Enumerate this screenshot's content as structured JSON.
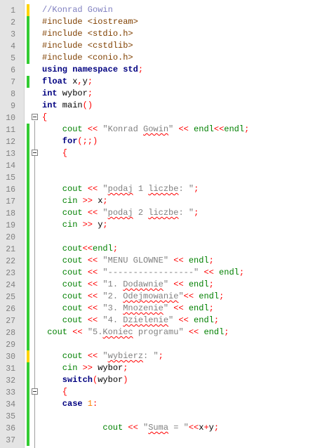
{
  "editor": {
    "lines": [
      {
        "n": "1",
        "indent": 0,
        "change": "yellow",
        "tokens": [
          {
            "t": "//Konrad Gowin",
            "c": "cmt"
          }
        ]
      },
      {
        "n": "2",
        "indent": 0,
        "change": "green",
        "tokens": [
          {
            "t": "#include <iostream>",
            "c": "pre"
          }
        ]
      },
      {
        "n": "3",
        "indent": 0,
        "change": "green",
        "tokens": [
          {
            "t": "#include <stdio.h>",
            "c": "pre"
          }
        ]
      },
      {
        "n": "4",
        "indent": 0,
        "change": "green",
        "tokens": [
          {
            "t": "#include <cstdlib>",
            "c": "pre"
          }
        ]
      },
      {
        "n": "5",
        "indent": 0,
        "change": "green",
        "tokens": [
          {
            "t": "#include <conio.h>",
            "c": "pre"
          }
        ]
      },
      {
        "n": "6",
        "indent": 0,
        "change": "",
        "tokens": [
          {
            "t": "using namespace std",
            "c": "kw"
          },
          {
            "t": ";",
            "c": "op"
          }
        ]
      },
      {
        "n": "7",
        "indent": 0,
        "change": "green",
        "tokens": [
          {
            "t": "float",
            "c": "kw"
          },
          {
            "t": " x",
            "c": ""
          },
          {
            "t": ",",
            "c": "op"
          },
          {
            "t": "y",
            "c": ""
          },
          {
            "t": ";",
            "c": "op"
          }
        ]
      },
      {
        "n": "8",
        "indent": 0,
        "change": "",
        "tokens": [
          {
            "t": "int",
            "c": "kw"
          },
          {
            "t": " wybor",
            "c": ""
          },
          {
            "t": ";",
            "c": "op"
          }
        ]
      },
      {
        "n": "9",
        "indent": 0,
        "change": "",
        "tokens": [
          {
            "t": "int",
            "c": "kw"
          },
          {
            "t": " main",
            "c": ""
          },
          {
            "t": "()",
            "c": "op"
          }
        ]
      },
      {
        "n": "10",
        "indent": 0,
        "change": "",
        "fold": true,
        "tokens": [
          {
            "t": "{",
            "c": "op"
          }
        ]
      },
      {
        "n": "11",
        "indent": 4,
        "change": "green",
        "tokens": [
          {
            "t": "cout",
            "c": "kw2"
          },
          {
            "t": " ",
            "c": ""
          },
          {
            "t": "<<",
            "c": "op"
          },
          {
            "t": " ",
            "c": ""
          },
          {
            "t": "\"Konrad ",
            "c": "str"
          },
          {
            "t": "Gowin",
            "c": "str sq"
          },
          {
            "t": "\"",
            "c": "str"
          },
          {
            "t": " ",
            "c": ""
          },
          {
            "t": "<<",
            "c": "op"
          },
          {
            "t": " endl",
            "c": "kw2"
          },
          {
            "t": "<<",
            "c": "op"
          },
          {
            "t": "endl",
            "c": "kw2"
          },
          {
            "t": ";",
            "c": "op"
          }
        ]
      },
      {
        "n": "12",
        "indent": 4,
        "change": "green",
        "tokens": [
          {
            "t": "for",
            "c": "kw"
          },
          {
            "t": "(;;)",
            "c": "op"
          }
        ]
      },
      {
        "n": "13",
        "indent": 4,
        "change": "green",
        "fold": true,
        "tokens": [
          {
            "t": "{",
            "c": "op"
          }
        ]
      },
      {
        "n": "14",
        "indent": 0,
        "change": "green",
        "tokens": []
      },
      {
        "n": "15",
        "indent": 0,
        "change": "green",
        "tokens": []
      },
      {
        "n": "16",
        "indent": 4,
        "change": "green",
        "tokens": [
          {
            "t": "cout",
            "c": "kw2"
          },
          {
            "t": " ",
            "c": ""
          },
          {
            "t": "<<",
            "c": "op"
          },
          {
            "t": " ",
            "c": ""
          },
          {
            "t": "\"",
            "c": "str"
          },
          {
            "t": "podaj",
            "c": "str sq"
          },
          {
            "t": " 1 ",
            "c": "str"
          },
          {
            "t": "liczbe",
            "c": "str sq"
          },
          {
            "t": ": \"",
            "c": "str"
          },
          {
            "t": ";",
            "c": "op"
          }
        ]
      },
      {
        "n": "17",
        "indent": 4,
        "change": "green",
        "tokens": [
          {
            "t": "cin",
            "c": "kw2"
          },
          {
            "t": " ",
            "c": ""
          },
          {
            "t": ">>",
            "c": "op"
          },
          {
            "t": " x",
            "c": ""
          },
          {
            "t": ";",
            "c": "op"
          }
        ]
      },
      {
        "n": "18",
        "indent": 4,
        "change": "green",
        "tokens": [
          {
            "t": "cout",
            "c": "kw2"
          },
          {
            "t": " ",
            "c": ""
          },
          {
            "t": "<<",
            "c": "op"
          },
          {
            "t": " ",
            "c": ""
          },
          {
            "t": "\"",
            "c": "str"
          },
          {
            "t": "podaj",
            "c": "str sq"
          },
          {
            "t": " 2 ",
            "c": "str"
          },
          {
            "t": "liczbe",
            "c": "str sq"
          },
          {
            "t": ": \"",
            "c": "str"
          },
          {
            "t": ";",
            "c": "op"
          }
        ]
      },
      {
        "n": "19",
        "indent": 4,
        "change": "green",
        "tokens": [
          {
            "t": "cin",
            "c": "kw2"
          },
          {
            "t": " ",
            "c": ""
          },
          {
            "t": ">>",
            "c": "op"
          },
          {
            "t": " y",
            "c": ""
          },
          {
            "t": ";",
            "c": "op"
          }
        ]
      },
      {
        "n": "20",
        "indent": 0,
        "change": "green",
        "tokens": []
      },
      {
        "n": "21",
        "indent": 4,
        "change": "green",
        "tokens": [
          {
            "t": "cout",
            "c": "kw2"
          },
          {
            "t": "<<",
            "c": "op"
          },
          {
            "t": "endl",
            "c": "kw2"
          },
          {
            "t": ";",
            "c": "op"
          }
        ]
      },
      {
        "n": "22",
        "indent": 4,
        "change": "green",
        "tokens": [
          {
            "t": "cout",
            "c": "kw2"
          },
          {
            "t": " ",
            "c": ""
          },
          {
            "t": "<<",
            "c": "op"
          },
          {
            "t": " ",
            "c": ""
          },
          {
            "t": "\"MENU GLOWNE\"",
            "c": "str"
          },
          {
            "t": " ",
            "c": ""
          },
          {
            "t": "<<",
            "c": "op"
          },
          {
            "t": " endl",
            "c": "kw2"
          },
          {
            "t": ";",
            "c": "op"
          }
        ]
      },
      {
        "n": "23",
        "indent": 4,
        "change": "green",
        "tokens": [
          {
            "t": "cout",
            "c": "kw2"
          },
          {
            "t": " ",
            "c": ""
          },
          {
            "t": "<<",
            "c": "op"
          },
          {
            "t": " ",
            "c": ""
          },
          {
            "t": "\"-----------------\"",
            "c": "str"
          },
          {
            "t": " ",
            "c": ""
          },
          {
            "t": "<<",
            "c": "op"
          },
          {
            "t": " endl",
            "c": "kw2"
          },
          {
            "t": ";",
            "c": "op"
          }
        ]
      },
      {
        "n": "24",
        "indent": 4,
        "change": "green",
        "tokens": [
          {
            "t": "cout",
            "c": "kw2"
          },
          {
            "t": " ",
            "c": ""
          },
          {
            "t": "<<",
            "c": "op"
          },
          {
            "t": " ",
            "c": ""
          },
          {
            "t": "\"1. ",
            "c": "str"
          },
          {
            "t": "Dodawnie",
            "c": "str sq"
          },
          {
            "t": "\"",
            "c": "str"
          },
          {
            "t": " ",
            "c": ""
          },
          {
            "t": "<<",
            "c": "op"
          },
          {
            "t": " endl",
            "c": "kw2"
          },
          {
            "t": ";",
            "c": "op"
          }
        ]
      },
      {
        "n": "25",
        "indent": 4,
        "change": "green",
        "tokens": [
          {
            "t": "cout",
            "c": "kw2"
          },
          {
            "t": " ",
            "c": ""
          },
          {
            "t": "<<",
            "c": "op"
          },
          {
            "t": " ",
            "c": ""
          },
          {
            "t": "\"2. ",
            "c": "str"
          },
          {
            "t": "Odejmowanie",
            "c": "str sq"
          },
          {
            "t": "\"",
            "c": "str"
          },
          {
            "t": "<<",
            "c": "op"
          },
          {
            "t": " endl",
            "c": "kw2"
          },
          {
            "t": ";",
            "c": "op"
          }
        ]
      },
      {
        "n": "26",
        "indent": 4,
        "change": "green",
        "tokens": [
          {
            "t": "cout",
            "c": "kw2"
          },
          {
            "t": " ",
            "c": ""
          },
          {
            "t": "<<",
            "c": "op"
          },
          {
            "t": " ",
            "c": ""
          },
          {
            "t": "\"3. ",
            "c": "str"
          },
          {
            "t": "Mnozenie",
            "c": "str sq"
          },
          {
            "t": "\"",
            "c": "str"
          },
          {
            "t": " ",
            "c": ""
          },
          {
            "t": "<<",
            "c": "op"
          },
          {
            "t": " endl",
            "c": "kw2"
          },
          {
            "t": ";",
            "c": "op"
          }
        ]
      },
      {
        "n": "27",
        "indent": 4,
        "change": "green",
        "tokens": [
          {
            "t": "cout",
            "c": "kw2"
          },
          {
            "t": " ",
            "c": ""
          },
          {
            "t": "<<",
            "c": "op"
          },
          {
            "t": " ",
            "c": ""
          },
          {
            "t": "\"4. ",
            "c": "str"
          },
          {
            "t": "Dzielenie",
            "c": "str sq"
          },
          {
            "t": "\"",
            "c": "str"
          },
          {
            "t": " ",
            "c": ""
          },
          {
            "t": "<<",
            "c": "op"
          },
          {
            "t": " endl",
            "c": "kw2"
          },
          {
            "t": ";",
            "c": "op"
          }
        ]
      },
      {
        "n": "28",
        "indent": 1,
        "change": "green",
        "tokens": [
          {
            "t": "cout",
            "c": "kw2"
          },
          {
            "t": " ",
            "c": ""
          },
          {
            "t": "<<",
            "c": "op"
          },
          {
            "t": " ",
            "c": ""
          },
          {
            "t": "\"5.",
            "c": "str"
          },
          {
            "t": "Koniec",
            "c": "str sq"
          },
          {
            "t": " programu\"",
            "c": "str"
          },
          {
            "t": " ",
            "c": ""
          },
          {
            "t": "<<",
            "c": "op"
          },
          {
            "t": " endl",
            "c": "kw2"
          },
          {
            "t": ";",
            "c": "op"
          }
        ]
      },
      {
        "n": "29",
        "indent": 0,
        "change": "green",
        "tokens": []
      },
      {
        "n": "30",
        "indent": 4,
        "change": "yellow",
        "tokens": [
          {
            "t": "cout",
            "c": "kw2"
          },
          {
            "t": " ",
            "c": ""
          },
          {
            "t": "<<",
            "c": "op"
          },
          {
            "t": " ",
            "c": ""
          },
          {
            "t": "\"",
            "c": "str"
          },
          {
            "t": "wybierz",
            "c": "str sq"
          },
          {
            "t": ": \"",
            "c": "str"
          },
          {
            "t": ";",
            "c": "op"
          }
        ]
      },
      {
        "n": "31",
        "indent": 4,
        "change": "green",
        "tokens": [
          {
            "t": "cin",
            "c": "kw2"
          },
          {
            "t": " ",
            "c": ""
          },
          {
            "t": ">>",
            "c": "op"
          },
          {
            "t": " wybor",
            "c": ""
          },
          {
            "t": ";",
            "c": "op"
          }
        ]
      },
      {
        "n": "32",
        "indent": 4,
        "change": "green",
        "tokens": [
          {
            "t": "switch",
            "c": "kw"
          },
          {
            "t": "(",
            "c": "op"
          },
          {
            "t": "wybor",
            "c": ""
          },
          {
            "t": ")",
            "c": "op"
          }
        ]
      },
      {
        "n": "33",
        "indent": 4,
        "change": "green",
        "fold": true,
        "tokens": [
          {
            "t": "{",
            "c": "op"
          }
        ]
      },
      {
        "n": "34",
        "indent": 4,
        "change": "green",
        "tokens": [
          {
            "t": "case",
            "c": "kw"
          },
          {
            "t": " 1",
            "c": "num"
          },
          {
            "t": ":",
            "c": "op"
          }
        ]
      },
      {
        "n": "35",
        "indent": 0,
        "change": "green",
        "tokens": []
      },
      {
        "n": "36",
        "indent": 12,
        "change": "green",
        "tokens": [
          {
            "t": "cout",
            "c": "kw2"
          },
          {
            "t": " ",
            "c": ""
          },
          {
            "t": "<<",
            "c": "op"
          },
          {
            "t": " ",
            "c": ""
          },
          {
            "t": "\"",
            "c": "str"
          },
          {
            "t": "Suma",
            "c": "str sq"
          },
          {
            "t": " = \"",
            "c": "str"
          },
          {
            "t": "<<",
            "c": "op"
          },
          {
            "t": "x",
            "c": ""
          },
          {
            "t": "+",
            "c": "op"
          },
          {
            "t": "y",
            "c": ""
          },
          {
            "t": ";",
            "c": "op"
          }
        ]
      },
      {
        "n": "37",
        "indent": 0,
        "change": "green",
        "tokens": []
      }
    ],
    "colors": {
      "green_change": "#33cc33",
      "yellow_change": "#ffd400",
      "keyword": "#000080",
      "stream": "#008000",
      "string": "#808080",
      "operator": "#ff0000",
      "preprocessor": "#804000",
      "comment": "#8080c0",
      "number": "#ff8000"
    }
  }
}
